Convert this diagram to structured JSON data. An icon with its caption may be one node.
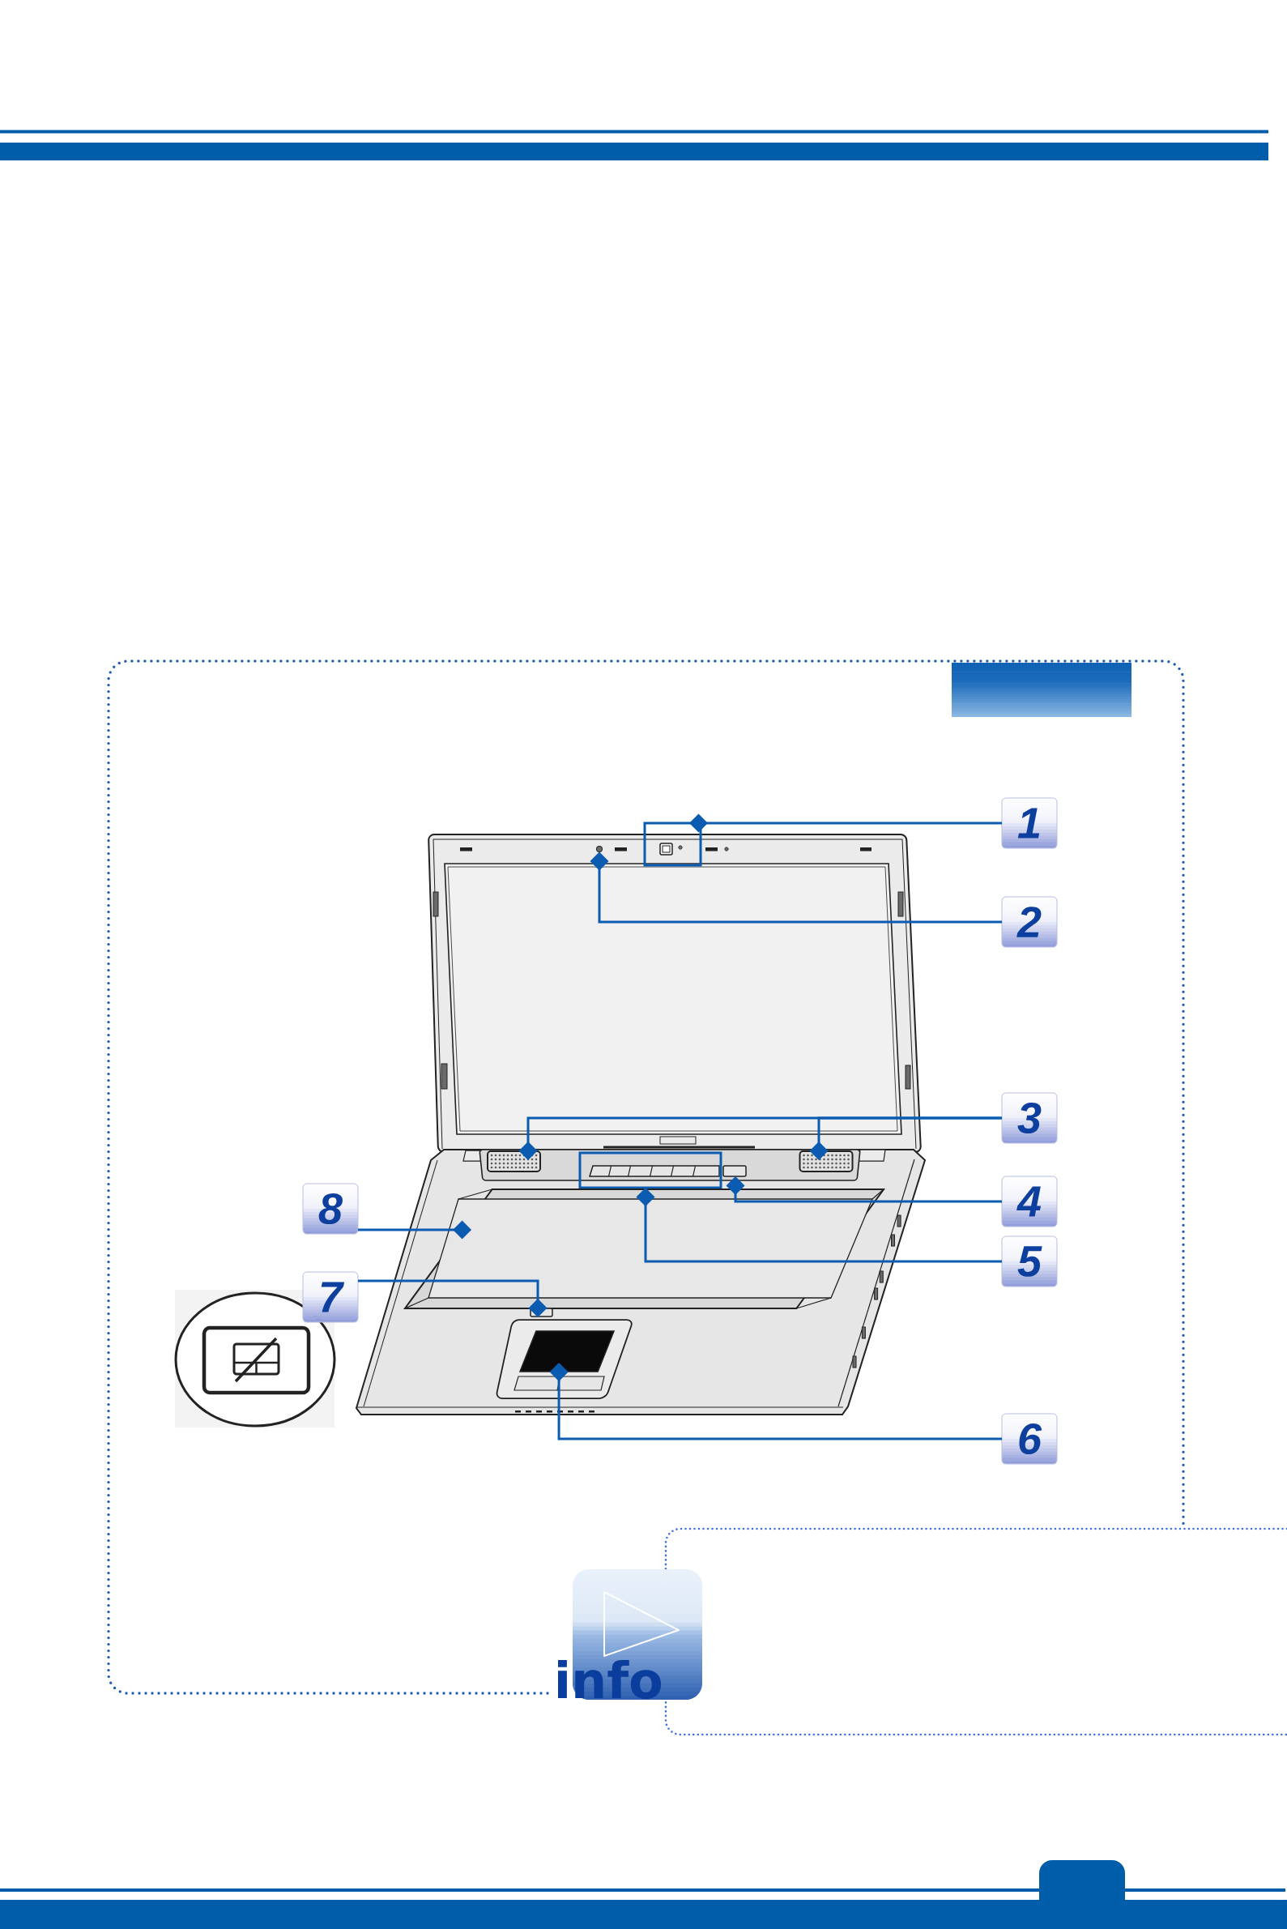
{
  "diagram": {
    "nodes": [
      {
        "text": [
          "1"
        ]
      },
      {
        "text": [
          "2"
        ]
      },
      {
        "text": [
          "3"
        ]
      },
      {
        "text": [
          "4"
        ]
      },
      {
        "text": [
          "5"
        ]
      },
      {
        "text": [
          "6"
        ]
      },
      {
        "text": [
          "7"
        ]
      },
      {
        "text": [
          "8"
        ]
      },
      {
        "text": [],
        "shape": "picture"
      },
      {
        "text": [],
        "shape": "circle"
      },
      {
        "text": [],
        "shape": "picture"
      },
      {
        "text": [],
        "shape": "picture"
      },
      {
        "text": [],
        "shape": "box"
      },
      {
        "text": [],
        "shape": "picture"
      },
      {
        "text": [],
        "shape": "picture"
      },
      {
        "text": [],
        "shape": "box"
      },
      {
        "text": [],
        "shape": "box"
      }
    ],
    "edges": [
      {
        "from": 0,
        "to": 8,
        "arrow": "other"
      },
      {
        "from": 1,
        "to": 9,
        "arrow": "other"
      },
      {
        "from": 2,
        "to": 10,
        "arrow": "other"
      },
      {
        "from": 2,
        "to": 13,
        "arrow": "other"
      },
      {
        "from": 3,
        "to": 12,
        "arrow": "other"
      },
      {
        "from": 4,
        "to": 11,
        "arrow": "other"
      },
      {
        "from": 5,
        "to": 16,
        "arrow": "other"
      },
      {
        "from": 6,
        "to": 15,
        "arrow": "other"
      },
      {
        "from": 7,
        "to": 14,
        "arrow": "other"
      }
    ],
    "labels": [
      "info"
    ]
  }
}
